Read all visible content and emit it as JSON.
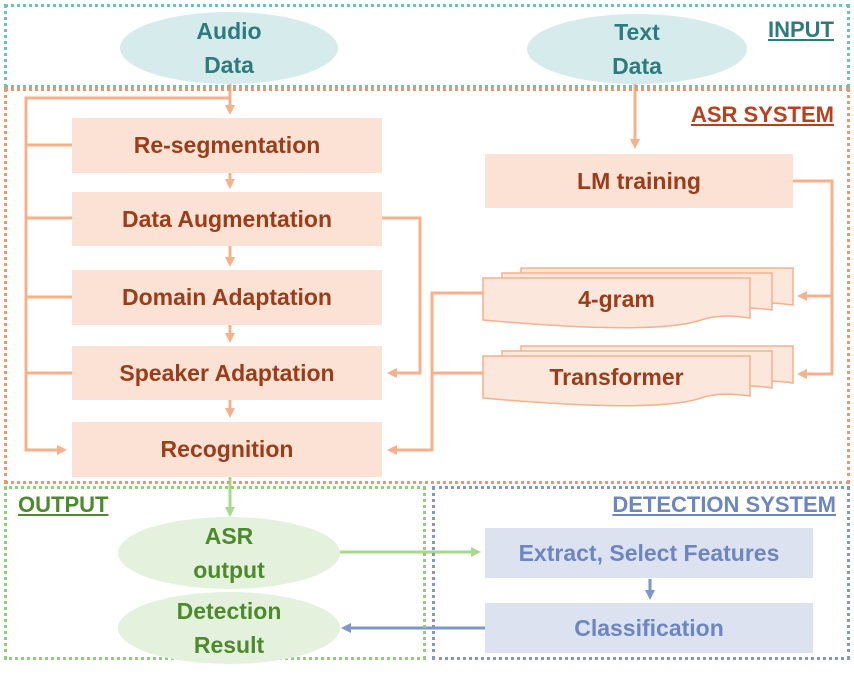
{
  "regions": {
    "input": "INPUT",
    "asr_system": "ASR SYSTEM",
    "output": "OUTPUT",
    "detection_system": "DETECTION SYSTEM"
  },
  "input_nodes": {
    "audio_line1": "Audio",
    "audio_line2": "Data",
    "text_line1": "Text",
    "text_line2": "Data"
  },
  "asr_pipeline": {
    "resegmentation": "Re-segmentation",
    "data_augmentation": "Data Augmentation",
    "domain_adaptation": "Domain Adaptation",
    "speaker_adaptation": "Speaker Adaptation",
    "recognition": "Recognition"
  },
  "language_models": {
    "lm_training": "LM training",
    "ngram": "4-gram",
    "transformer": "Transformer"
  },
  "output_nodes": {
    "asr_output_line1": "ASR",
    "asr_output_line2": "output",
    "detection_result_line1": "Detection",
    "detection_result_line2": "Result"
  },
  "detection_nodes": {
    "extract_features": "Extract, Select Features",
    "classification": "Classification"
  },
  "colors": {
    "input_border": "#6cc0c4",
    "input_text": "#2e7b7d",
    "asr_border": "#f0956a",
    "asr_title": "#b8401a",
    "asr_box": "#fbe2d5",
    "asr_text": "#9a3d18",
    "asr_arrow": "#f5b08c",
    "output_border": "#8fcf7a",
    "output_text": "#4c8a2d",
    "detection_border": "#7f96c7",
    "detection_text": "#6b86c0",
    "detection_box": "#dde2f0",
    "green_arrow": "#a8d88e",
    "blue_arrow": "#7e96c9"
  }
}
